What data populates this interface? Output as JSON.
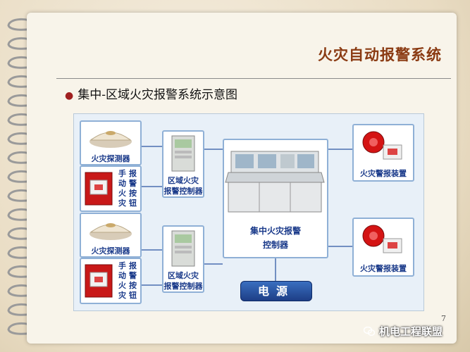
{
  "slide": {
    "title": "火灾自动报警系统",
    "bullet": "集中-区域火灾报警系统示意图",
    "page_number": "7"
  },
  "diagram": {
    "detector_label": "火灾探测器",
    "manual_button_label": [
      "手",
      "报",
      "动",
      "警",
      "火",
      "按",
      "灾",
      "钮"
    ],
    "regional_controller_label": [
      "区域火灾",
      "报警控制器"
    ],
    "central_controller_label": [
      "集中火灾报警",
      "控制器"
    ],
    "alarm_device_label": "火灾警报装置",
    "power_label": "电源"
  },
  "watermark": {
    "text": "机电工程联盟",
    "icon": "wechat-icon"
  },
  "colors": {
    "title": "#8a3a12",
    "label": "#1a3a8a",
    "box_border": "#8fb0d6",
    "power": "#1d3e86"
  }
}
